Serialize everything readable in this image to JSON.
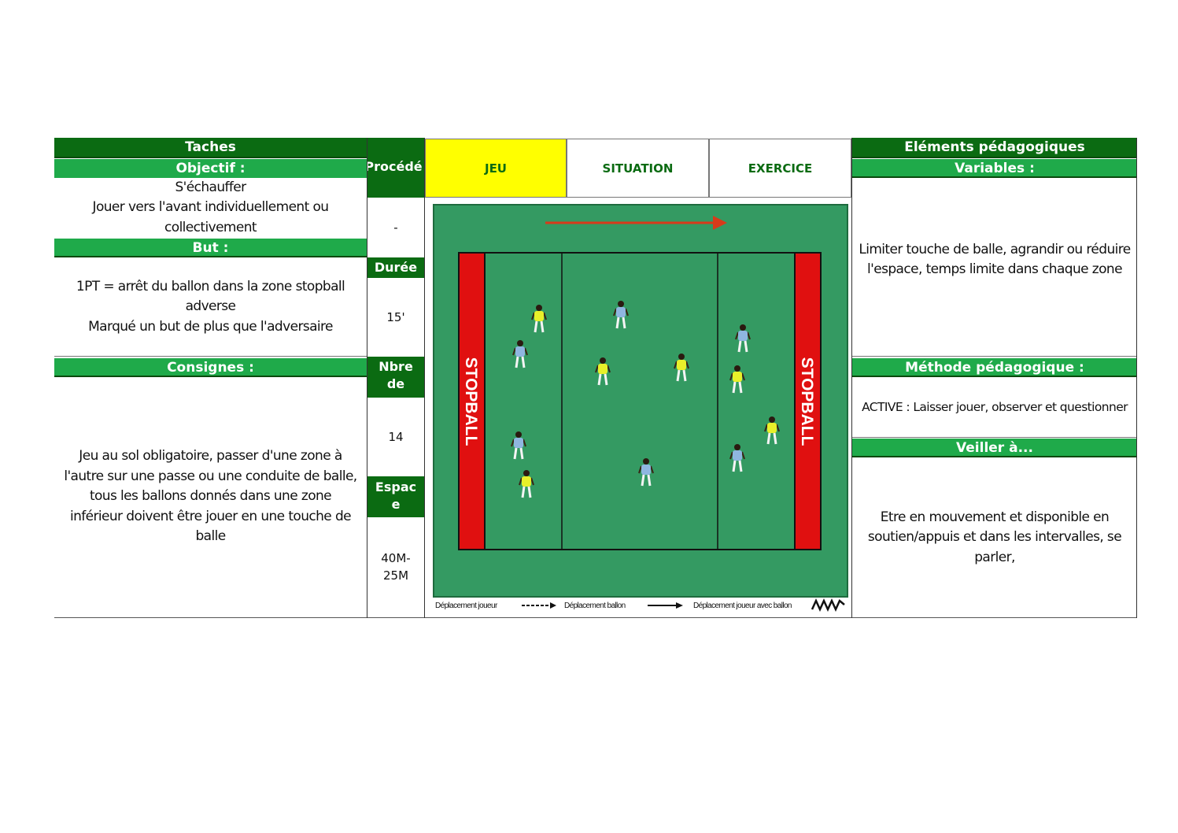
{
  "left": {
    "taches_title": "Taches",
    "objectif_label": "Objectif :",
    "objectif_lines": [
      "S'échauffer",
      "Jouer vers l'avant individuellement ou",
      "collectivement"
    ],
    "but_label": "But :",
    "but_lines": [
      "1PT =  arrêt du ballon dans la zone stopball",
      "adverse",
      "Marqué un but de plus que l'adversaire"
    ],
    "consignes_label": "Consignes :",
    "consignes_lines": [
      "Jeu au sol obligatoire, passer d'une zone à",
      "l'autre sur une passe ou une conduite de balle,",
      "tous les ballons donnés dans une zone",
      "inférieur doivent être jouer en une touche de",
      "balle"
    ]
  },
  "middle": {
    "procede_label": "Procédé",
    "procede_value": "-",
    "duree_label": "Durée",
    "duree_value": "15'",
    "nbre_label_1": "Nbre",
    "nbre_label_2": "de",
    "nbre_value": "14",
    "espace_label_1": "Espac",
    "espace_label_2": "e",
    "espace_value_1": "40M-",
    "espace_value_2": "25M"
  },
  "tabs": {
    "jeu": "JEU",
    "situation": "SITUATION",
    "exercice": "EXERCICE",
    "active_tab_color": "#ffff00"
  },
  "field": {
    "stopball_left": "STOPBALL",
    "stopball_right": "STOPBALL",
    "grass_color": "#349a62",
    "endzone_color": "#e01010",
    "arrow_color": "#d83a1a",
    "yellow_team_color": "#e8f02a",
    "blue_team_color": "#8fb6e0"
  },
  "legend": {
    "joueur": "Déplacement joueur",
    "ballon": "Déplacement ballon",
    "joueur_ballon": "Déplacement joueur avec ballon"
  },
  "right": {
    "elements_title": "Eléments pédagogiques",
    "variables_label": "Variables :",
    "variables_lines": [
      "Limiter touche de balle, agrandir ou réduire",
      "l'espace, temps limite dans chaque zone"
    ],
    "methode_label": "Méthode pédagogique :",
    "methode_text": "ACTIVE : Laisser jouer, observer et questionner",
    "veiller_label": "Veiller à...",
    "veiller_lines": [
      "Etre en mouvement et disponible en",
      "soutien/appuis et dans les intervalles, se",
      "parler,"
    ]
  }
}
